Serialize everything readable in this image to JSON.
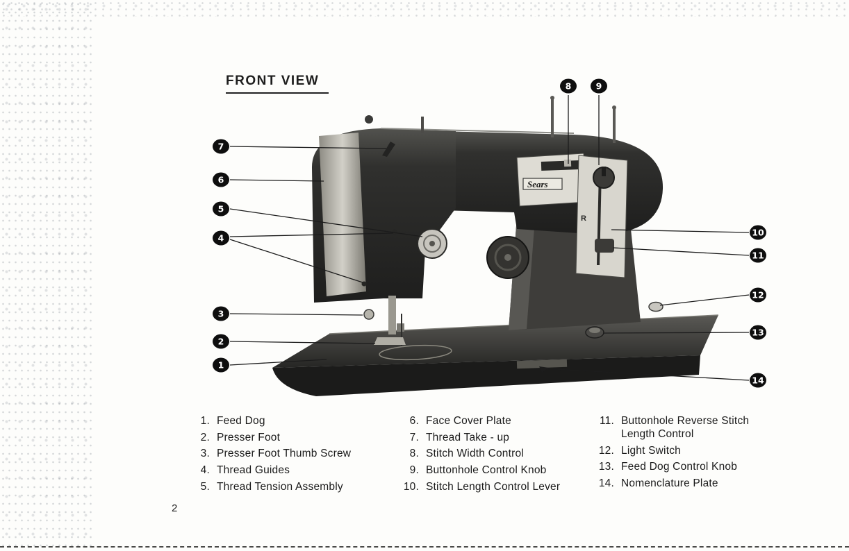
{
  "page": {
    "title": "FRONT VIEW",
    "page_number": "2"
  },
  "diagram": {
    "machine_brand": "Sears",
    "reverse_marking": "R",
    "callouts": [
      {
        "num": "1"
      },
      {
        "num": "2"
      },
      {
        "num": "3"
      },
      {
        "num": "4"
      },
      {
        "num": "5"
      },
      {
        "num": "6"
      },
      {
        "num": "7"
      },
      {
        "num": "8"
      },
      {
        "num": "9"
      },
      {
        "num": "10"
      },
      {
        "num": "11"
      },
      {
        "num": "12"
      },
      {
        "num": "13"
      },
      {
        "num": "14"
      }
    ]
  },
  "legend": {
    "columns": [
      {
        "items": [
          {
            "num": "1.",
            "label": "Feed Dog"
          },
          {
            "num": "2.",
            "label": "Presser Foot"
          },
          {
            "num": "3.",
            "label": "Presser Foot Thumb Screw"
          },
          {
            "num": "4.",
            "label": "Thread Guides"
          },
          {
            "num": "5.",
            "label": "Thread Tension Assembly"
          }
        ]
      },
      {
        "items": [
          {
            "num": "6.",
            "label": "Face Cover Plate"
          },
          {
            "num": "7.",
            "label": "Thread Take - up"
          },
          {
            "num": "8.",
            "label": "Stitch Width Control"
          },
          {
            "num": "9.",
            "label": "Buttonhole Control Knob"
          },
          {
            "num": "10.",
            "label": "Stitch Length Control Lever"
          }
        ]
      },
      {
        "items": [
          {
            "num": "11.",
            "label": "Buttonhole Reverse Stitch Length Control"
          },
          {
            "num": "12.",
            "label": "Light Switch"
          },
          {
            "num": "13.",
            "label": "Feed Dog Control Knob"
          },
          {
            "num": "14.",
            "label": "Nomenclature Plate"
          }
        ]
      }
    ]
  }
}
